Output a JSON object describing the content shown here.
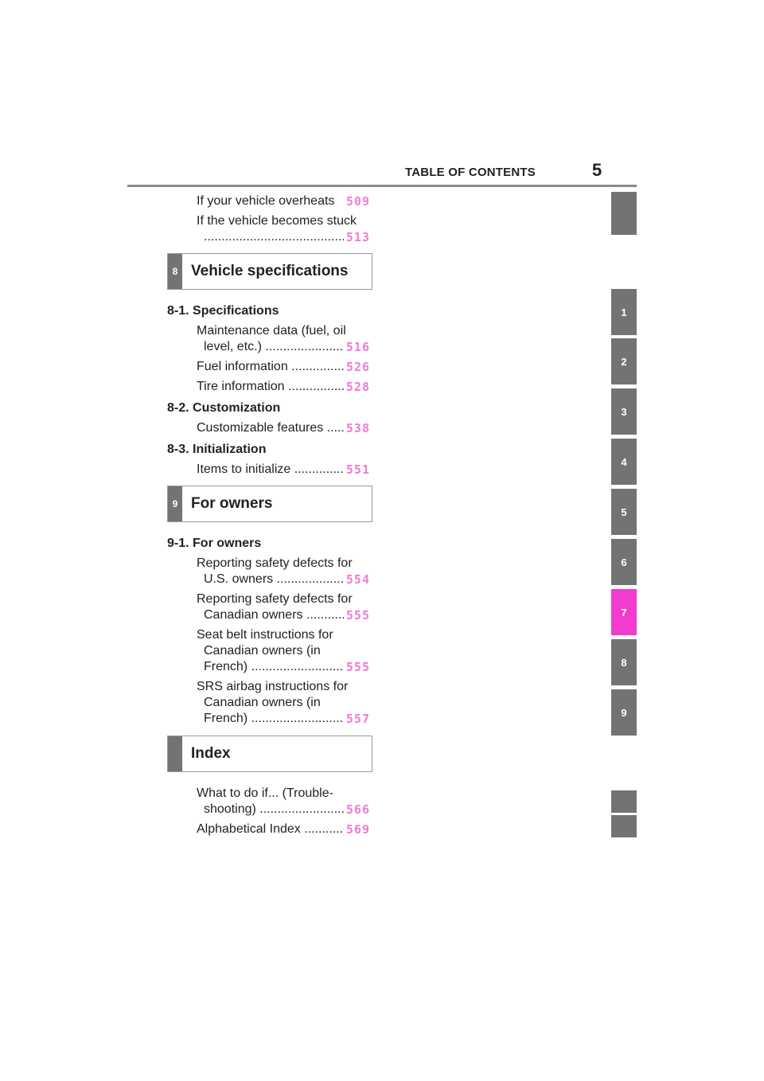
{
  "header": {
    "title": "TABLE OF CONTENTS",
    "page_number": "5"
  },
  "side_tabs": [
    "",
    "1",
    "2",
    "3",
    "4",
    "5",
    "6",
    "7",
    "8",
    "9",
    "",
    ""
  ],
  "accent_color": "#f23ccf",
  "page_number_color": "#f07bd6",
  "toc": {
    "prev": [
      {
        "lines": [
          "If your vehicle overheats"
        ],
        "page": "509"
      },
      {
        "lines": [
          "If the vehicle becomes stuck",
          ""
        ],
        "page": "513"
      }
    ],
    "ch8": {
      "num": "8",
      "title": "Vehicle specifications",
      "sections": [
        {
          "label": "8-1.  Specifications",
          "entries": [
            {
              "lines": [
                "Maintenance data (fuel, oil",
                "level, etc.)"
              ],
              "page": "516"
            },
            {
              "lines": [
                "Fuel information"
              ],
              "page": "526"
            },
            {
              "lines": [
                "Tire information"
              ],
              "page": "528"
            }
          ]
        },
        {
          "label": "8-2.  Customization",
          "entries": [
            {
              "lines": [
                "Customizable features"
              ],
              "page": "538"
            }
          ]
        },
        {
          "label": "8-3.  Initialization",
          "entries": [
            {
              "lines": [
                "Items to initialize"
              ],
              "page": "551"
            }
          ]
        }
      ]
    },
    "ch9": {
      "num": "9",
      "title": "For owners",
      "sections": [
        {
          "label": "9-1.  For owners",
          "entries": [
            {
              "lines": [
                "Reporting safety defects for",
                "U.S. owners"
              ],
              "page": "554"
            },
            {
              "lines": [
                "Reporting safety defects for",
                "Canadian owners"
              ],
              "page": "555"
            },
            {
              "lines": [
                "Seat belt instructions for",
                "Canadian owners (in",
                "French)"
              ],
              "page": "555"
            },
            {
              "lines": [
                "SRS airbag instructions for",
                "Canadian owners (in",
                "French)"
              ],
              "page": "557"
            }
          ]
        }
      ]
    },
    "index": {
      "title": "Index",
      "entries": [
        {
          "lines": [
            "What to do if... (Trouble-",
            "shooting) "
          ],
          "page": "566"
        },
        {
          "lines": [
            "Alphabetical Index"
          ],
          "page": "569"
        }
      ]
    }
  }
}
